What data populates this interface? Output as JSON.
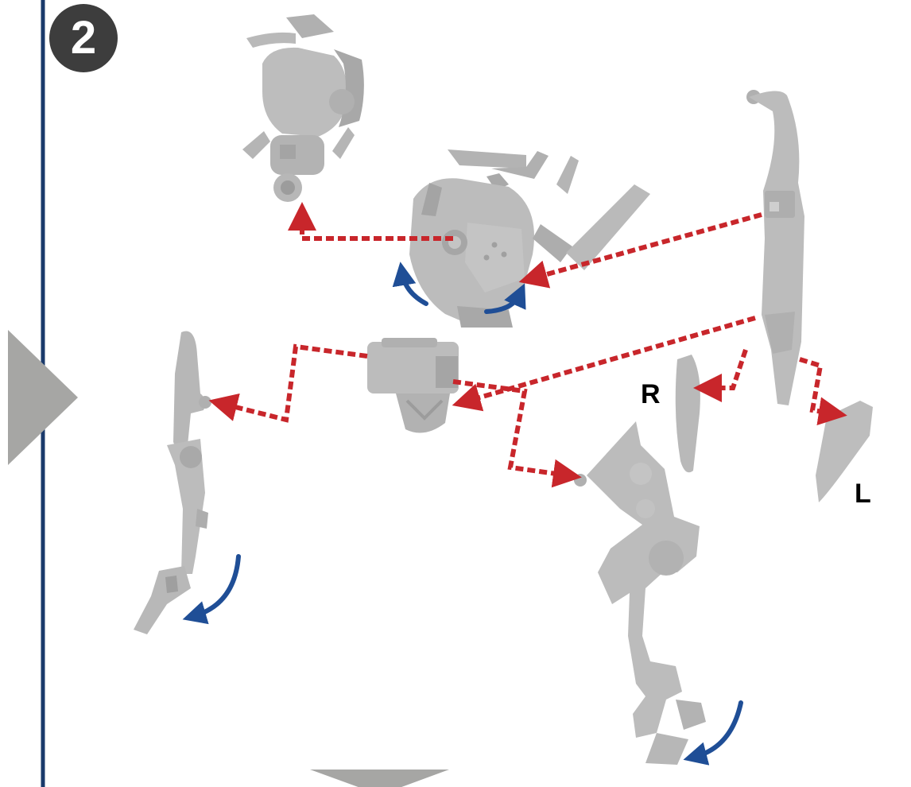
{
  "step": {
    "number": "2"
  },
  "labels": {
    "right": "R",
    "left": "L"
  },
  "colors": {
    "rule_line": "#1a3a6b",
    "part_gray": "#b9b9b9",
    "part_shadow": "#9c9c9c",
    "arrow_red": "#c8262b",
    "rotate_blue": "#1f4e96",
    "nav_triangle": "#a6a6a4",
    "badge_bg": "#3d3d3d"
  },
  "icons": {
    "step_badge": "numbered-circle",
    "next_step": "triangle-right",
    "continue_down": "triangle-down",
    "rotate": "curved-arrow"
  }
}
